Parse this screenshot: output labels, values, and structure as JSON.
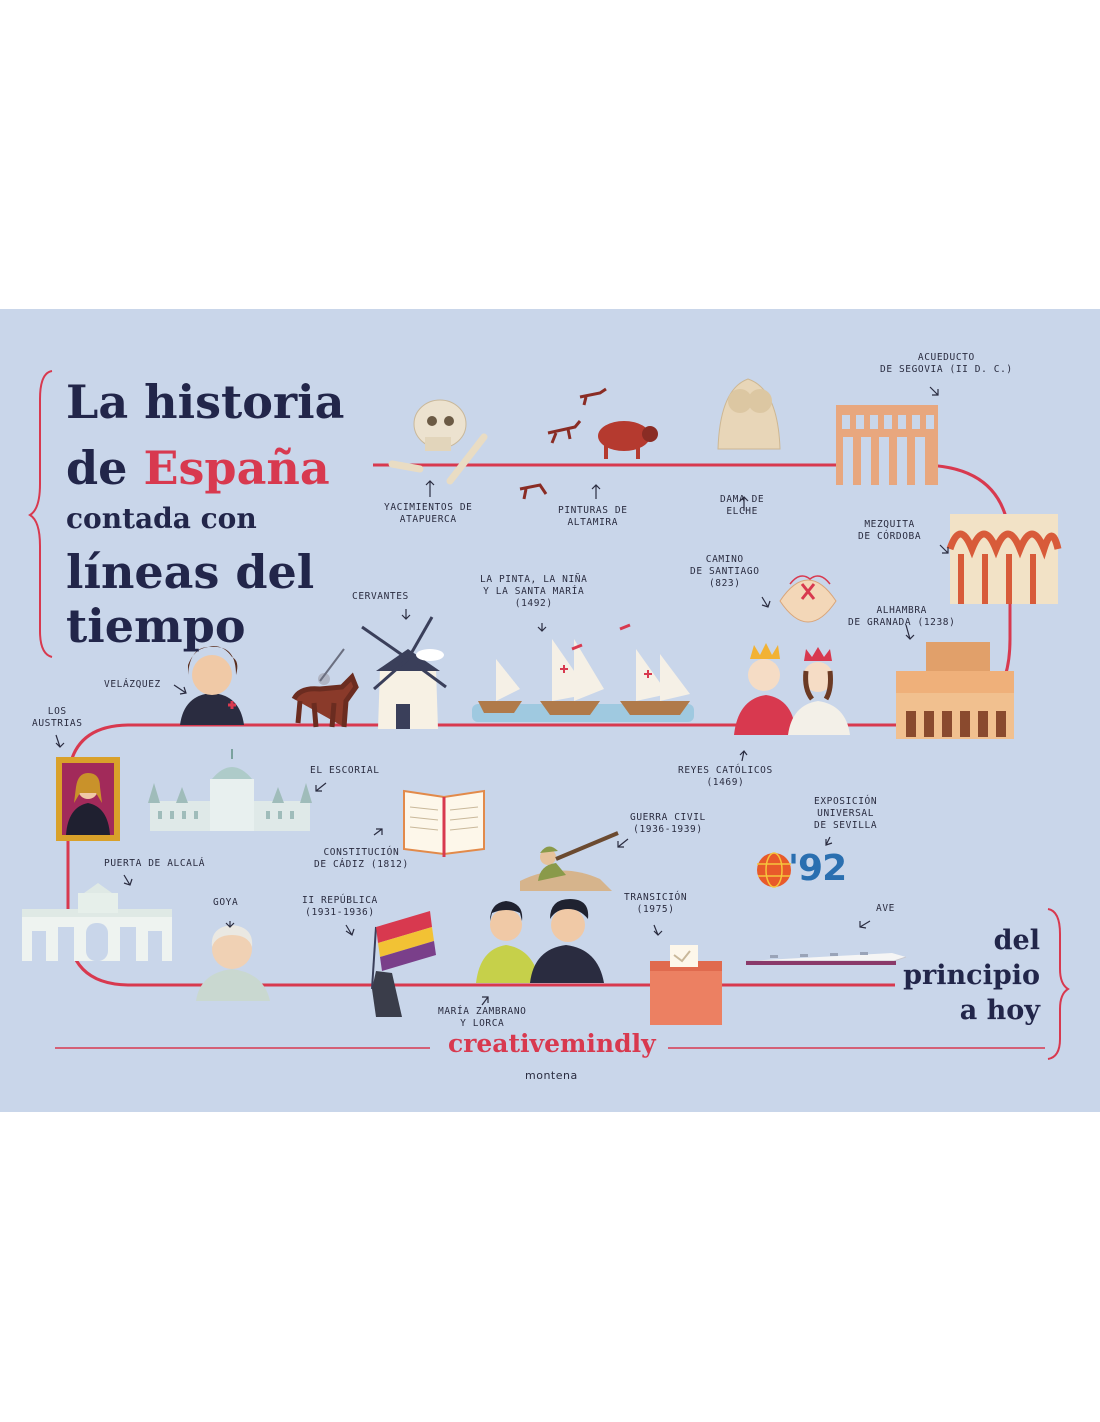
{
  "title": {
    "line1": "La historia",
    "line2_a": "de",
    "line2_b": "España",
    "line3": "contada con",
    "line4": "líneas del",
    "line5": "tiempo"
  },
  "subtitle": {
    "line1": "del",
    "line2": "principio",
    "line3": "a hoy"
  },
  "brand": "creativemindly",
  "publisher": "montena",
  "milestones": {
    "atapuerca": [
      "YACIMIENTOS DE",
      "ATAPUERCA"
    ],
    "altamira": [
      "PINTURAS DE",
      "ALTAMIRA"
    ],
    "elche": [
      "DAMA DE",
      "ELCHE"
    ],
    "segovia": [
      "ACUEDUCTO",
      "DE SEGOVIA (II D. C.)"
    ],
    "cordoba": [
      "MEZQUITA",
      "DE CÓRDOBA"
    ],
    "santiago": [
      "CAMINO",
      "DE SANTIAGO",
      "(823)"
    ],
    "alhambra": [
      "ALHAMBRA",
      "DE GRANADA (1238)"
    ],
    "colon": [
      "LA PINTA, LA NIÑA",
      "Y LA SANTA MARÍA",
      "(1492)"
    ],
    "cervantes": [
      "CERVANTES"
    ],
    "velazquez": [
      "VELÁZQUEZ"
    ],
    "austrias": [
      "LOS",
      "AUSTRIAS"
    ],
    "escorial": [
      "EL ESCORIAL"
    ],
    "reyes": [
      "REYES CATÓLICOS",
      "(1469)"
    ],
    "expo": [
      "EXPOSICIÓN",
      "UNIVERSAL",
      "DE SEVILLA"
    ],
    "guerra": [
      "GUERRA CIVIL",
      "(1936-1939)"
    ],
    "cadiz": [
      "CONSTITUCIÓN",
      "DE CÁDIZ (1812)"
    ],
    "alcala": [
      "PUERTA DE ALCALÁ"
    ],
    "goya": [
      "GOYA"
    ],
    "republica": [
      "II REPÚBLICA",
      "(1931-1936)"
    ],
    "transicion": [
      "TRANSICIÓN",
      "(1975)"
    ],
    "ave": [
      "AVE"
    ],
    "zambrano": [
      "MARÍA ZAMBRANO",
      "Y LORCA"
    ]
  },
  "expo_logo": "'92",
  "colors": {
    "background": "#c9d6ea",
    "timeline": "#d8394f",
    "title": "#22264a",
    "accent": "#d8394f"
  }
}
